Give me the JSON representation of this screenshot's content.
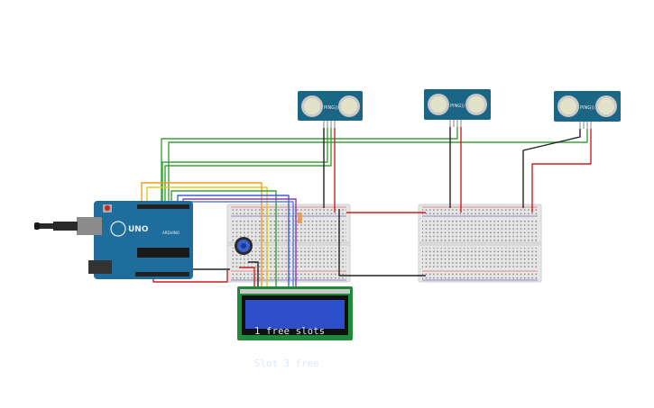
{
  "lcd": {
    "line1": "1 free slots",
    "line2": "Slot 3 free"
  },
  "sensors": [
    {
      "label": "PING))"
    },
    {
      "label": "PING))"
    },
    {
      "label": "PING))"
    }
  ],
  "arduino": {
    "brand": "UNO",
    "logo_text": "ARDUINO"
  },
  "colors": {
    "board": "#1f6d9c",
    "breadboard": "#e9e9e9",
    "lcd_screen": "#2c4ec9",
    "lcd_pcb": "#1e8a3a",
    "sensor": "#1b6684",
    "wire_green": "#3aa13a",
    "wire_black": "#222222",
    "wire_red": "#d11f1f",
    "wire_orange": "#f29b1c",
    "wire_yellow": "#e6c619",
    "wire_blue": "#3a5fd1",
    "wire_purple": "#8a3ab8"
  }
}
